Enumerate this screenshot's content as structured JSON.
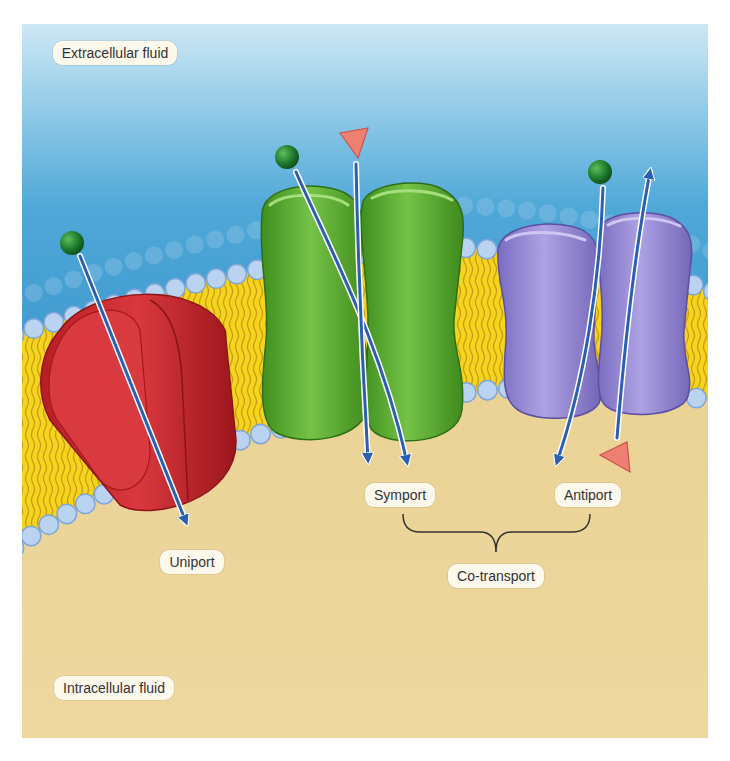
{
  "diagram": {
    "nodes": [
      {
        "text": [
          "Extracellular fluid"
        ]
      },
      {
        "text": [
          "Symport"
        ]
      },
      {
        "text": [
          "Antiport"
        ]
      },
      {
        "text": [
          "Uniport"
        ]
      },
      {
        "text": [
          "Co-transport"
        ]
      },
      {
        "text": [
          "Intracellular fluid"
        ]
      }
    ]
  }
}
